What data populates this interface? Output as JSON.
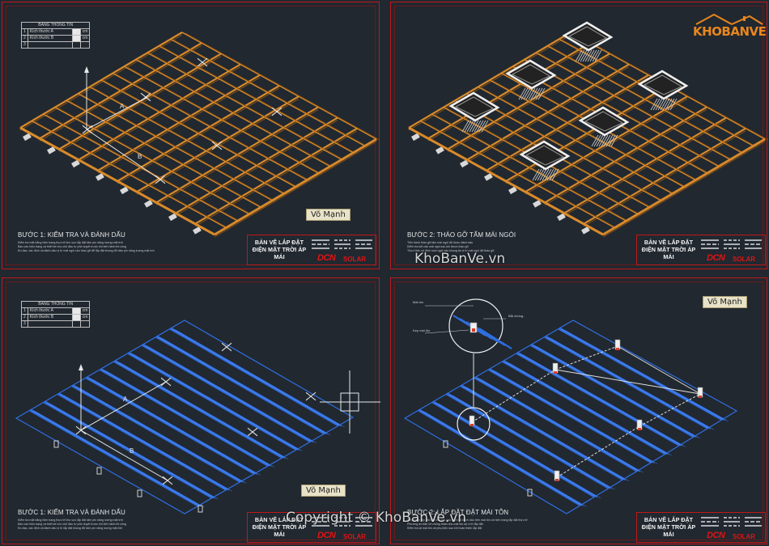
{
  "brand": {
    "name": "KHOBANVE"
  },
  "watermarks": {
    "site": "KhoBanVe.vn",
    "copyright": "Copyright © KhoBanVe.vn"
  },
  "info_table": {
    "header": "BẢNG THÔNG TIN",
    "rows": [
      {
        "no": "1",
        "label": "Kích thước A",
        "unit": "cm"
      },
      {
        "no": "2",
        "label": "Kích thước B",
        "unit": "cm"
      },
      {
        "no": "3",
        "label": "",
        "unit": ""
      }
    ]
  },
  "title_block": {
    "title": "BẢN VẼ LẮP ĐẶT ĐIỆN MẶT TRỜI ÁP MÁI",
    "logo": "DCN",
    "logo_suffix": "SOLAR"
  },
  "author": "Võ Mạnh",
  "axis_labels": {
    "a": "A",
    "b": "B"
  },
  "panels": {
    "p1": {
      "step_title": "BƯỚC 1: KIỂM TRA VÀ ĐÁNH DẤU",
      "notes": [
        "Kiểm tra mặt bằng hiện trạng thực tế khu vực lắp đặt tấm pin năng lượng mặt trời",
        "Báo cáo hiện trạng và thiết kế cho chủ đầu tư phê duyệt trước khi tiến hành thi công",
        "Đo đạc, xác định và đánh dấu vị trí mái ngói cần tháo gỡ để lắp đặt khung đỡ tấm pin năng lượng mặt trời"
      ]
    },
    "p2": {
      "step_title": "BƯỚC 2: THÁO GỠ TẤM MÁI NGÓI",
      "notes": [
        "Tiến hành tháo gỡ tấm mái ngói đã được đánh dấu",
        "Kiểm tra kết cấu mái ngói sau khi được tháo gỡ",
        "Thực hiện cố định móc ngói vào khung tại vị trí mái ngói đã tháo gỡ"
      ]
    },
    "p3": {
      "step_title": "BƯỚC 1: KIỂM TRA VÀ ĐÁNH DẤU",
      "notes": [
        "Kiểm tra mặt bằng hiện trạng thực tế khu vực lắp đặt tấm pin năng lượng mặt trời",
        "Báo cáo hiện trạng và thiết kế cho chủ đầu tư phê duyệt trước khi tiến hành thi công",
        "Đo đạc, xác định và đánh dấu vị trí lắp đặt khung đỡ tấm pin năng lượng mặt trời"
      ]
    },
    "p4": {
      "step_title": "BƯỚC 2: LẮP ĐẶT ĐẶT MÁI TÔN",
      "notes": [
        "Tiến hành lắp đặt kẹp mái tôn vào vị trí đã đánh dấu trên mái tôn và hiện trạng lắp đặt thực tế",
        "Phương án bắn vít chống thấm cho mái tôn tại vị trí lắp đặt",
        "Kiểm tra lại mái tôn và phụ kiện sau khi hoàn thiện lắp đặt"
      ],
      "callouts": {
        "roof": "Mái tôn",
        "screw": "Bắt chống..",
        "clamp": "Kẹp mái tôn"
      }
    }
  },
  "colors": {
    "background": "#212830",
    "frame": "#c01818",
    "tile": "#d98a2a",
    "tile_dark": "#8a5214",
    "sheet": "#2f6ee0",
    "sheet_light": "#5b8ff0",
    "mark": "#e8e8e8",
    "brand": "#e8861e"
  }
}
